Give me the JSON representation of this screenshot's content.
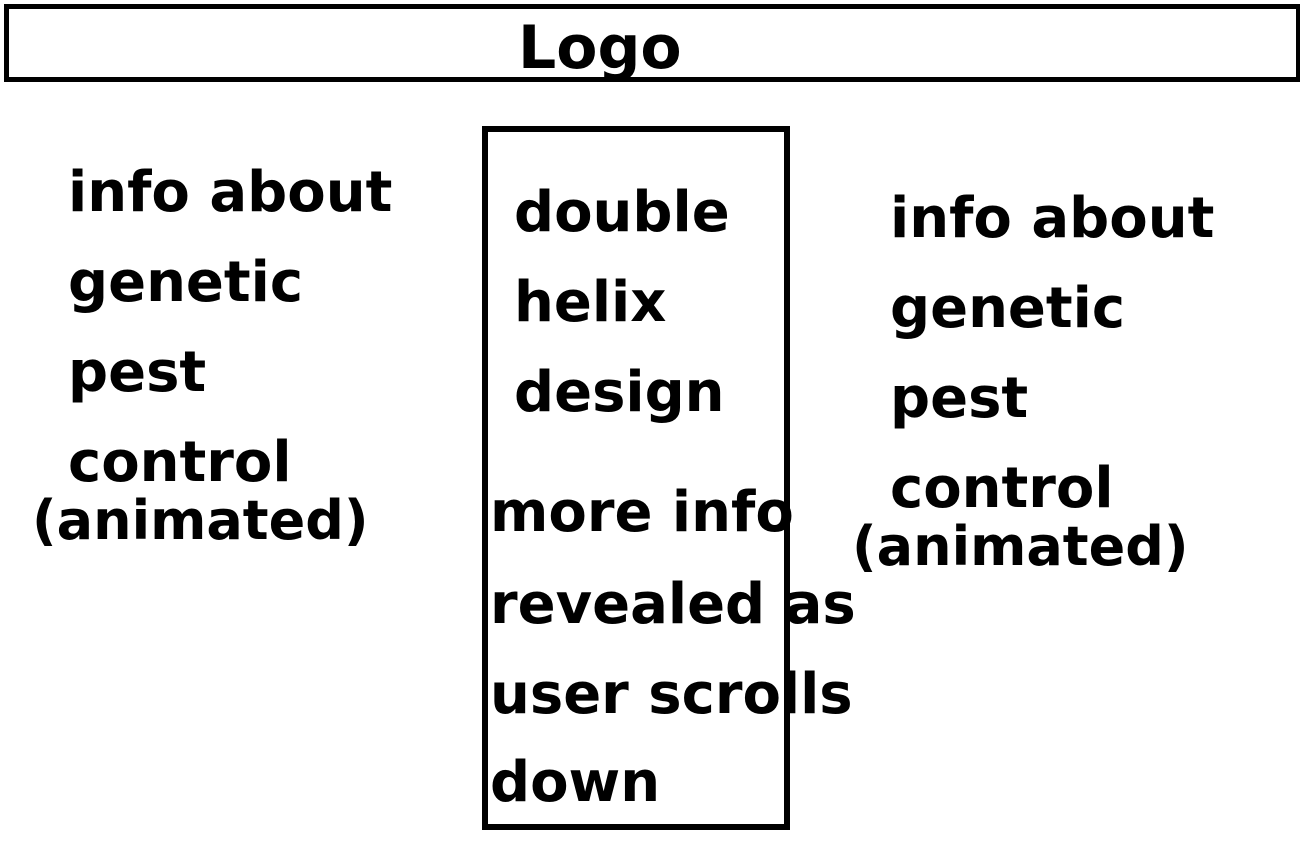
{
  "header": {
    "logo": "Logo"
  },
  "left_panel": {
    "lines": [
      "info about",
      "genetic",
      "pest",
      "control"
    ],
    "note": "(animated)"
  },
  "center_panel": {
    "title_lines": [
      "double",
      "helix",
      "design"
    ],
    "body_lines": [
      "more info",
      "revealed as",
      "user scrolls",
      "down"
    ]
  },
  "right_panel": {
    "lines": [
      "info about",
      "genetic",
      "pest",
      "control"
    ],
    "note": "(animated)"
  }
}
